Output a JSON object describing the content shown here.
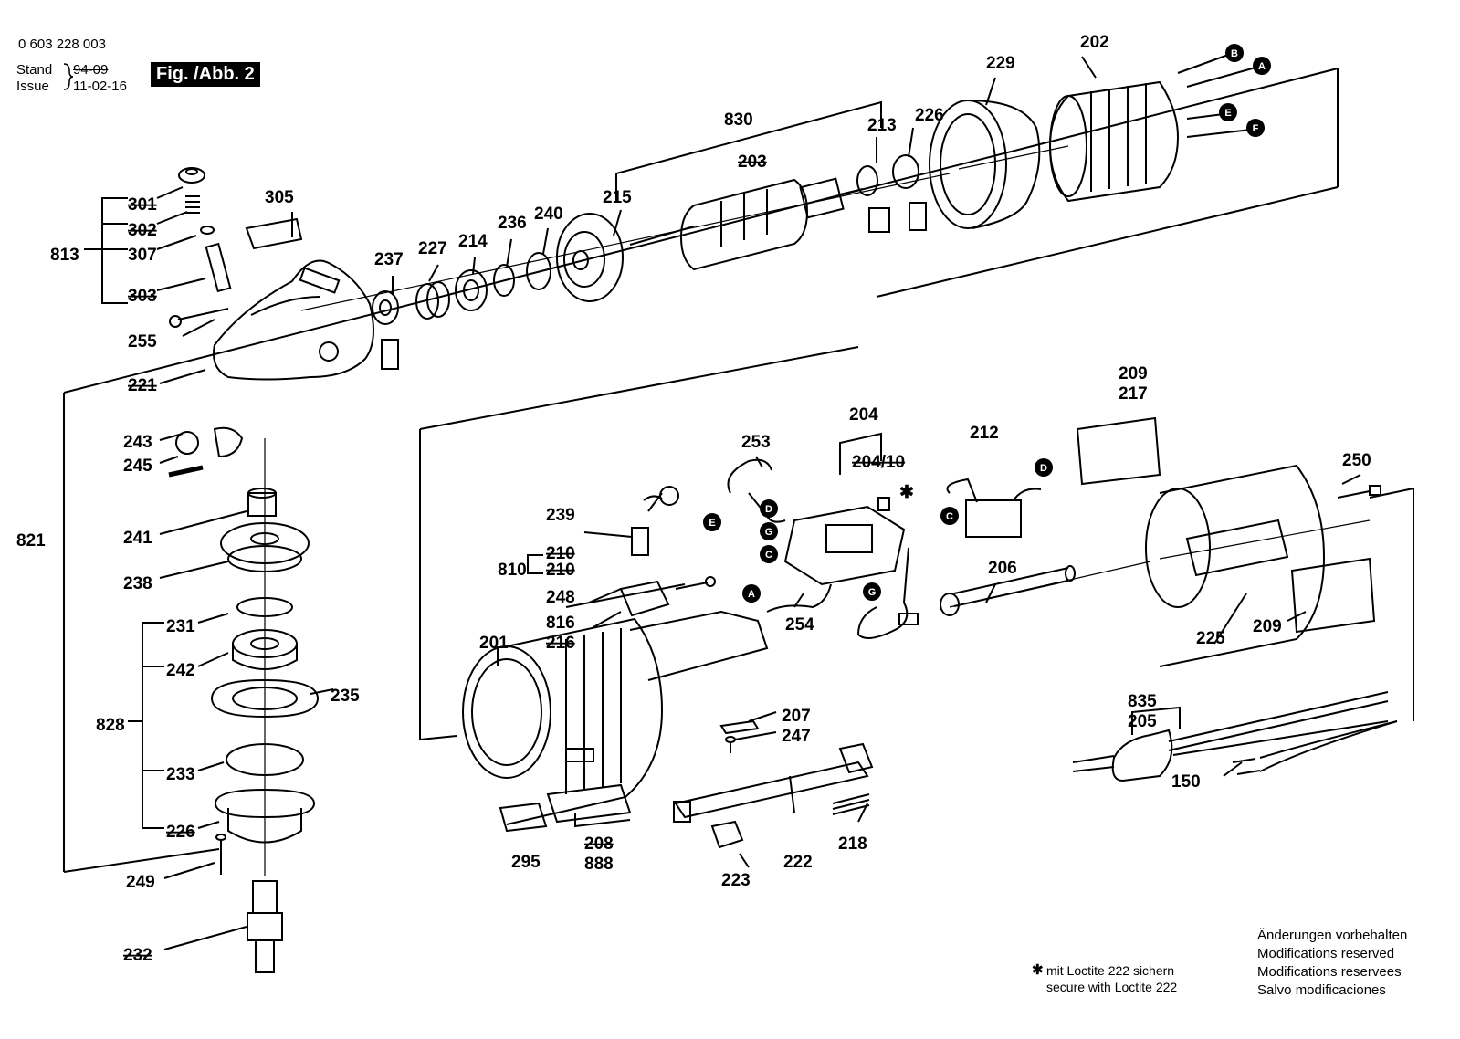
{
  "header": {
    "doc_number": "0 603 228 003",
    "stand_label": "Stand",
    "issue_label": "Issue",
    "stand_value": "94-09",
    "issue_value": "11-02-16",
    "fig_label": "Fig. /Abb. 2"
  },
  "labels": {
    "p202": "202",
    "p229": "229",
    "p830": "830",
    "p213": "213",
    "p226a": "226",
    "p203": "203",
    "p215": "215",
    "p305": "305",
    "p301": "301",
    "p302": "302",
    "p307": "307",
    "p813": "813",
    "p303": "303",
    "p237": "237",
    "p227": "227",
    "p214": "214",
    "p236": "236",
    "p240": "240",
    "p255": "255",
    "p221": "221",
    "p243": "243",
    "p245": "245",
    "p241": "241",
    "p821": "821",
    "p238": "238",
    "p231": "231",
    "p242": "242",
    "p235": "235",
    "p828": "828",
    "p233": "233",
    "p226b": "226",
    "p249": "249",
    "p232": "232",
    "p204": "204",
    "p204_10": "204/10",
    "p212": "212",
    "p209a": "209",
    "p217": "217",
    "p250": "250",
    "p253": "253",
    "p239": "239",
    "p210a": "210",
    "p810": "810",
    "p210b": "210",
    "p248": "248",
    "p816": "816",
    "p216": "216",
    "p254": "254",
    "p206": "206",
    "p201": "201",
    "p225": "225",
    "p209b": "209",
    "p835": "835",
    "p205": "205",
    "p207": "207",
    "p247": "247",
    "p150": "150",
    "p208": "208",
    "p888": "888",
    "p295": "295",
    "p218": "218",
    "p222": "222",
    "p223": "223"
  },
  "markers": {
    "B": "B",
    "A": "A",
    "E": "E",
    "F": "F",
    "D": "D",
    "C": "C",
    "G": "G"
  },
  "notes": {
    "loctite_de": "mit Loctite 222 sichern",
    "loctite_en": "secure with Loctite 222",
    "mod_de": "Änderungen vorbehalten",
    "mod_en": "Modifications reserved",
    "mod_fr": "Modifications reservees",
    "mod_es": "Salvo modificaciones",
    "star": "✱"
  }
}
